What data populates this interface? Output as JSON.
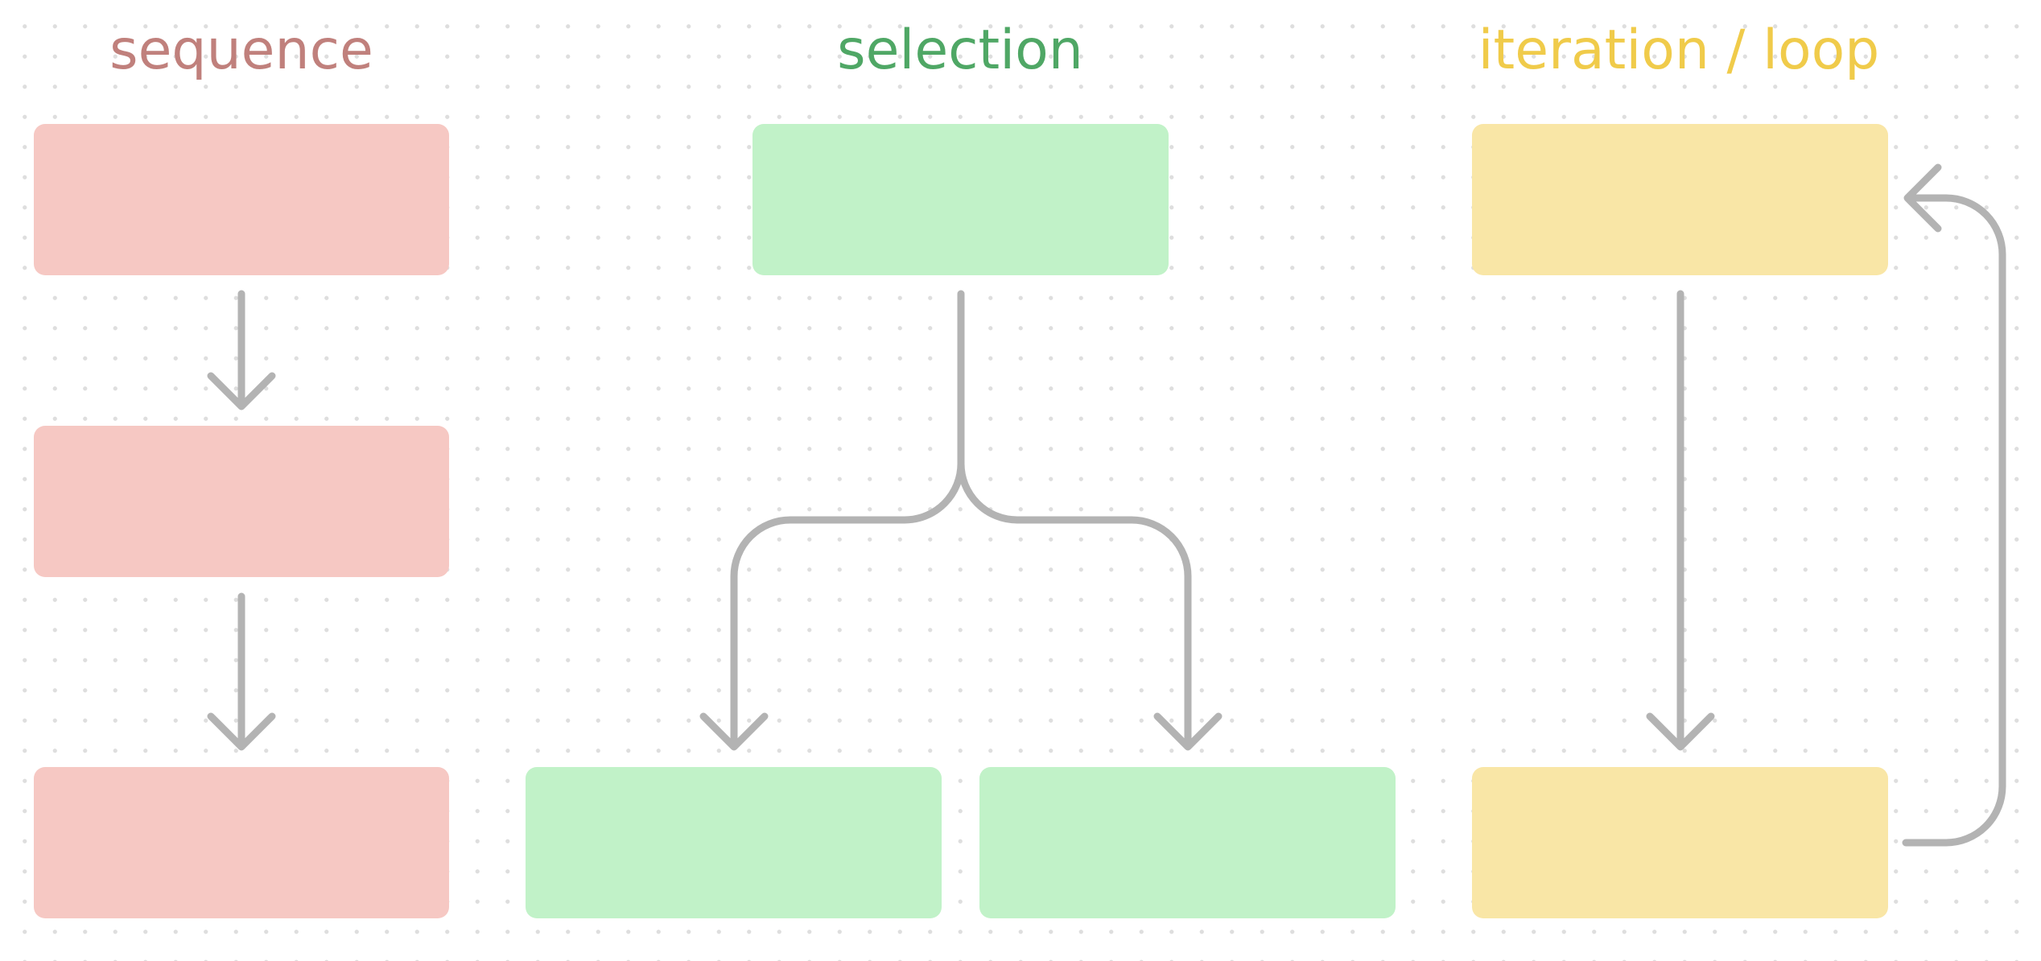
{
  "columns": [
    {
      "id": "sequence",
      "label": "sequence",
      "label_color": "#c0807c",
      "box_color": "#f6c8c3"
    },
    {
      "id": "selection",
      "label": "selection",
      "label_color": "#4fa765",
      "box_color": "#c1f2c8"
    },
    {
      "id": "iteration",
      "label": "iteration / loop",
      "label_color": "#f0cb4a",
      "box_color": "#f9e6a6"
    }
  ],
  "connector_color": "#b3b3b3",
  "background_color": "#ffffff",
  "dot_color": "#dedede"
}
